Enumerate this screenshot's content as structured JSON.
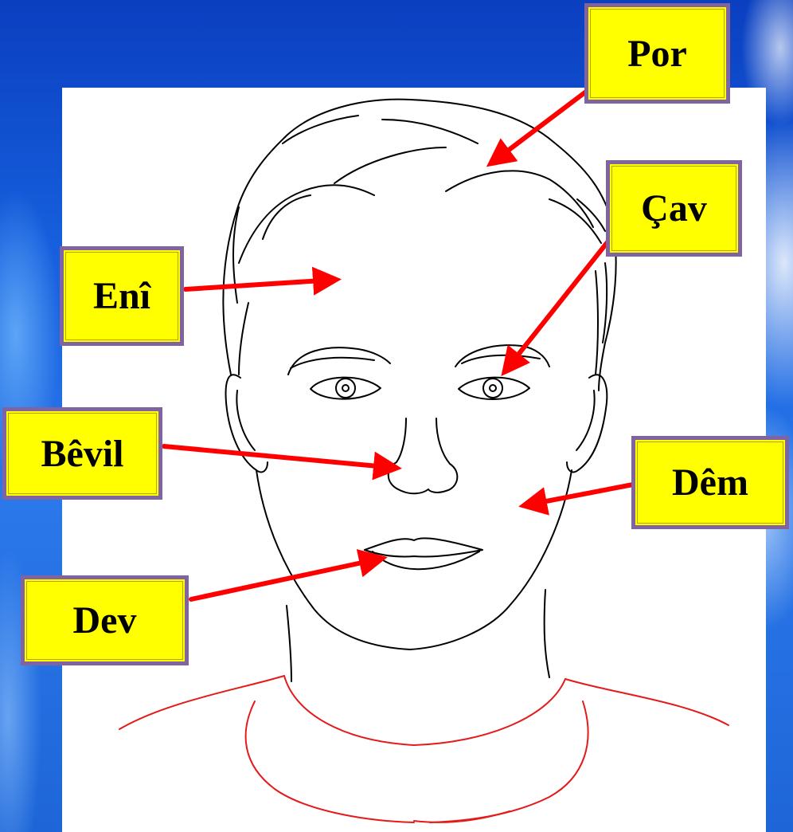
{
  "labels": {
    "por": "Por",
    "cav": "Çav",
    "eni": "Enî",
    "bevil": "Bêvil",
    "dem": "Dêm",
    "dev": "Dev"
  },
  "colors": {
    "label_fill": "#ffff00",
    "label_border": "#8064a2",
    "arrow": "#ff0000",
    "shirt_line": "#e41b1b",
    "background": "#1560d8"
  }
}
